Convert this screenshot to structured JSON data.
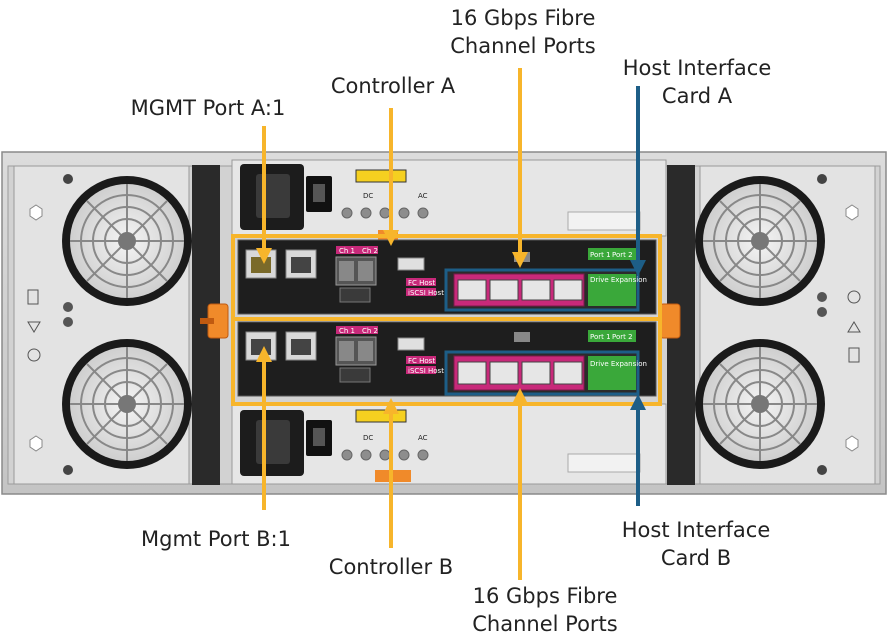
{
  "labels": {
    "fc_ports_top": [
      "16 Gbps Fibre",
      "Channel Ports"
    ],
    "controller_a": "Controller A",
    "mgmt_port_a": "MGMT Port A:1",
    "hic_a": [
      "Host Interface",
      "Card A"
    ],
    "mgmt_port_b": "Mgmt Port B:1",
    "controller_b": "Controller B",
    "fc_ports_bottom": [
      "16 Gbps Fibre",
      "Channel Ports"
    ],
    "hic_b": [
      "Host Interface",
      "Card B"
    ]
  },
  "hardware_text": {
    "port1": "Port 1",
    "port2": "Port 2",
    "fc_host": "FC Host",
    "iscsi_host": "iSCSI Host",
    "drive_expansion": "Drive Expansion",
    "ch1": "Ch 1",
    "ch2": "Ch 2",
    "dc": "DC",
    "ac": "AC"
  },
  "colors": {
    "callout_orange": "#f7b52b",
    "callout_blue": "#1d5e87",
    "magenta": "#c8297a",
    "green": "#3aa83a"
  }
}
